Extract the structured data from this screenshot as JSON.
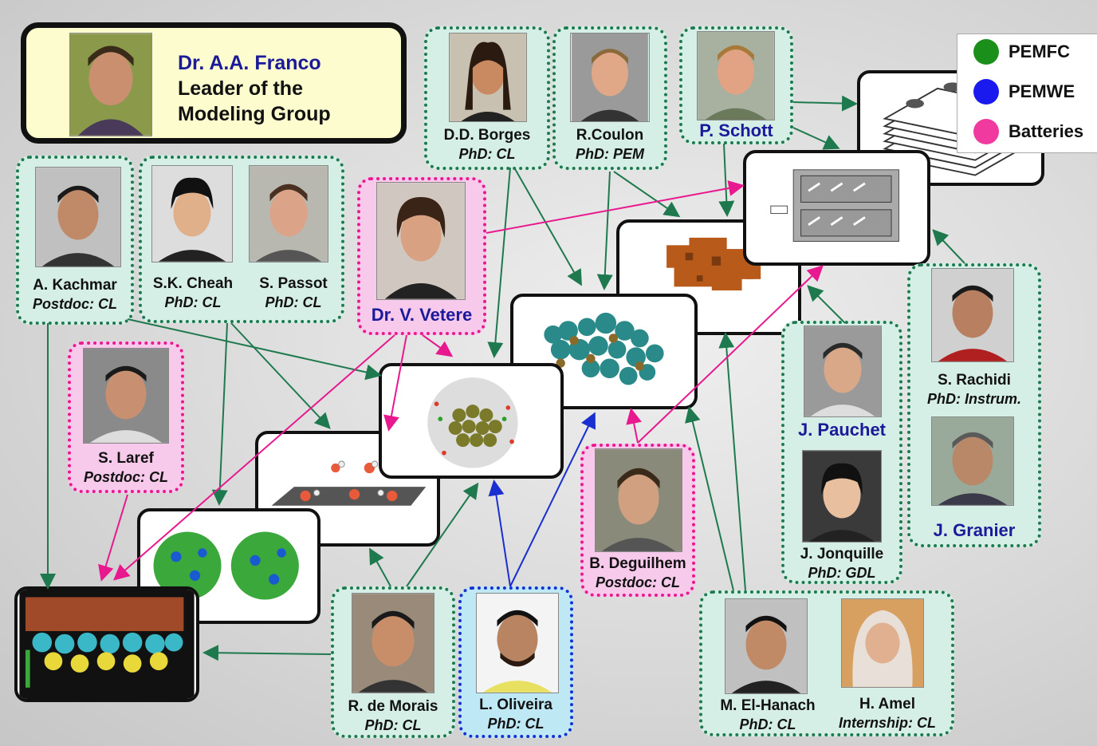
{
  "leader": {
    "line1": "Dr. A.A. Franco",
    "line2": "Leader of the",
    "line3": "Modeling Group"
  },
  "legend": [
    {
      "label": "PEMFC",
      "color": "#1a8f1a"
    },
    {
      "label": "PEMWE",
      "color": "#1a1aee"
    },
    {
      "label": "Batteries",
      "color": "#f03aa0"
    }
  ],
  "people": {
    "borges": {
      "name": "D.D. Borges",
      "role": "PhD: CL"
    },
    "coulon": {
      "name": "R.Coulon",
      "role": "PhD: PEM"
    },
    "schott": {
      "name": "P. Schott"
    },
    "kachmar": {
      "name": "A. Kachmar",
      "role": "Postdoc: CL"
    },
    "cheah": {
      "name": "S.K. Cheah",
      "role": "PhD: CL"
    },
    "passot": {
      "name": "S. Passot",
      "role": "PhD: CL"
    },
    "vetere": {
      "name": "Dr. V. Vetere"
    },
    "laref": {
      "name": "S. Laref",
      "role": "Postdoc: CL"
    },
    "pauchet": {
      "name": "J. Pauchet"
    },
    "jonquille": {
      "name": "J. Jonquille",
      "role": "PhD: GDL"
    },
    "rachidi": {
      "name": "S. Rachidi",
      "role": "PhD: Instrum."
    },
    "granier": {
      "name": "J. Granier"
    },
    "deguilhem": {
      "name": "B. Deguilhem",
      "role": "Postdoc: CL"
    },
    "demorais": {
      "name": "R. de Morais",
      "role": "PhD: CL"
    },
    "oliveira": {
      "name": "L. Oliveira",
      "role": "PhD: CL"
    },
    "elhanach": {
      "name": "M. El-Hanach",
      "role": "PhD: CL"
    },
    "amel": {
      "name": "H. Amel",
      "role": "Internship: CL"
    }
  }
}
